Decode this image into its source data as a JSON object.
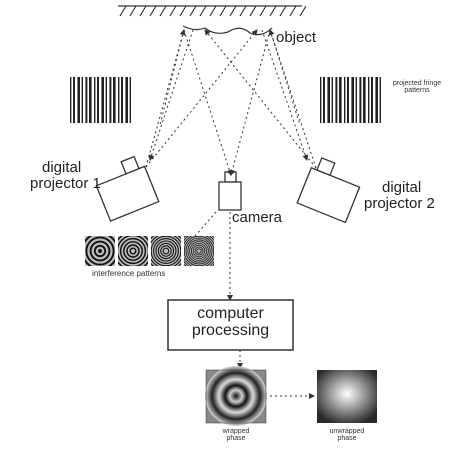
{
  "labels": {
    "object": "object",
    "projected_fringe_patterns": "projected fringe patterns",
    "digital_projector_1": [
      "digital",
      "projector 1"
    ],
    "digital_projector_2": [
      "digital",
      "projector 2"
    ],
    "camera": "camera",
    "interference_patterns": "interference patterns",
    "computer_processing": [
      "computer",
      "processing"
    ],
    "wrapped_phase": [
      "wrapped",
      "phase"
    ],
    "unwrapped_phase": [
      "unwrapped",
      "phase"
    ]
  },
  "colors": {
    "stroke": "#333333",
    "text": "#222222",
    "background": "#ffffff"
  }
}
